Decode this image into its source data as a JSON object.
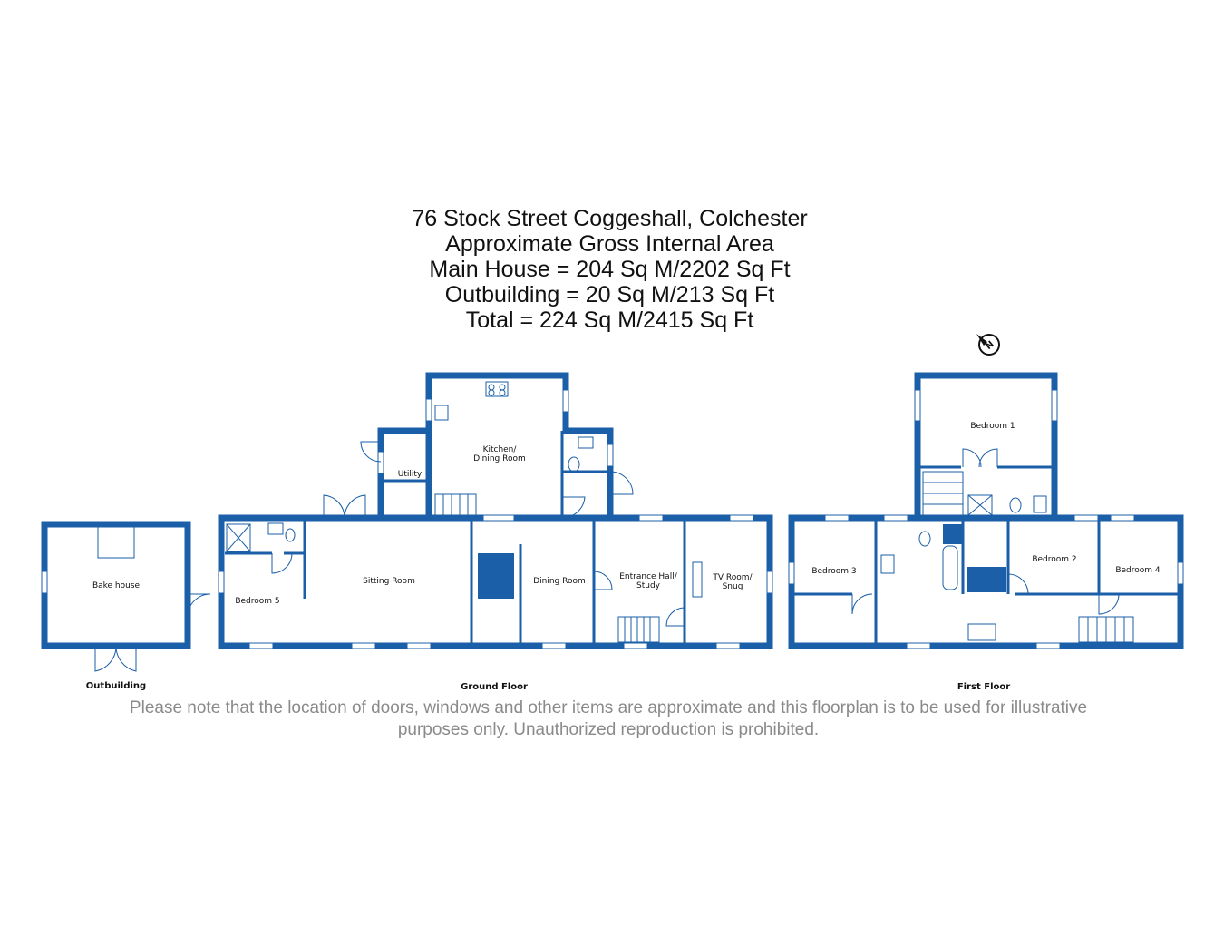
{
  "header": {
    "title": "76 Stock Street Coggeshall, Colchester",
    "subtitle": "Approximate Gross Internal Area",
    "main_house": "Main House = 204 Sq M/2202 Sq Ft",
    "outbuilding": "Outbuilding = 20 Sq M/213 Sq Ft",
    "total": "Total = 224 Sq M/2415 Sq Ft"
  },
  "rooms": {
    "bake_house": "Bake house",
    "bedroom_5": "Bedroom 5",
    "sitting_room": "Sitting Room",
    "utility": "Utility",
    "kitchen_line1": "Kitchen/",
    "kitchen_line2": "Dining Room",
    "dining_room": "Dining Room",
    "entrance_line1": "Entrance Hall/",
    "entrance_line2": "Study",
    "tv_line1": "TV Room/",
    "tv_line2": "Snug",
    "bedroom_1": "Bedroom 1",
    "bedroom_2": "Bedroom 2",
    "bedroom_3": "Bedroom 3",
    "bedroom_4": "Bedroom 4"
  },
  "floors": {
    "outbuilding": "Outbuilding",
    "ground": "Ground Floor",
    "first": "First Floor"
  },
  "disclaimer": {
    "line1": "Please note that the location of doors, windows and other items are approximate and this floorplan is to be used for illustrative",
    "line2": "purposes only. Unauthorized reproduction is prohibited."
  },
  "colors": {
    "wall": "#1b5fa8",
    "text": "#111111",
    "note": "#8a8a8a"
  },
  "icons": {
    "compass": "north-compass-icon"
  }
}
